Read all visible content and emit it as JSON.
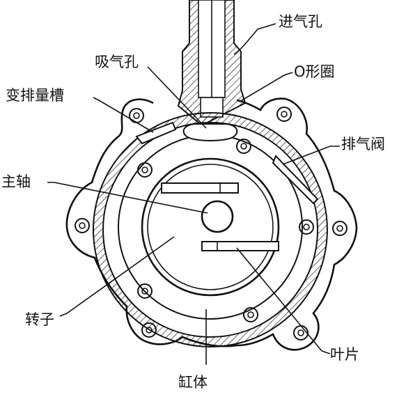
{
  "labels": {
    "inlet_hole": "进气孔",
    "suction_hole": "吸气孔",
    "o_ring": "O形圈",
    "variable_displacement_groove": "变排量槽",
    "exhaust_valve": "排气阀",
    "main_shaft": "主轴",
    "rotor": "转子",
    "vane": "叶片",
    "cylinder_body": "缸体"
  }
}
